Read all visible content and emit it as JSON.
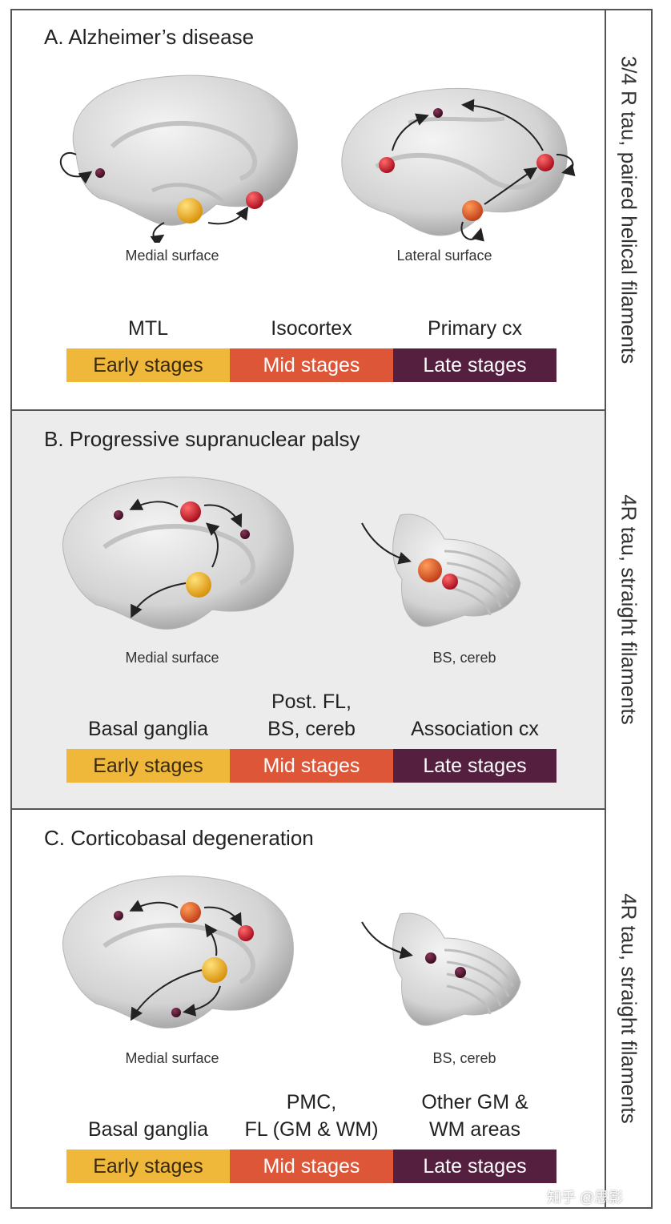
{
  "panels": [
    {
      "title": "A. Alzheimer’s disease",
      "side_label": "3/4 R tau, paired helical filaments",
      "surface_labels": [
        "Medial surface",
        "Lateral surface"
      ],
      "regions": [
        "MTL",
        "Isocortex",
        "Primary cx"
      ],
      "stages": [
        "Early stages",
        "Mid stages",
        "Late stages"
      ]
    },
    {
      "title": "B. Progressive supranuclear palsy",
      "side_label": "4R tau, straight filaments",
      "surface_labels": [
        "Medial surface",
        "BS, cereb"
      ],
      "regions": [
        "Basal ganglia",
        "Post. FL,\nBS, cereb",
        "Association cx"
      ],
      "stages": [
        "Early stages",
        "Mid stages",
        "Late stages"
      ]
    },
    {
      "title": "C. Corticobasal degeneration",
      "side_label": "4R tau, straight filaments",
      "surface_labels": [
        "Medial surface",
        "BS, cereb"
      ],
      "regions": [
        "Basal ganglia",
        "PMC,\nFL (GM & WM)",
        "Other GM &\nWM areas"
      ],
      "stages": [
        "Early stages",
        "Mid stages",
        "Late stages"
      ]
    }
  ],
  "colors": {
    "early": "#efb83a",
    "mid": "#de5638",
    "late": "#551f40",
    "node_yellow": "#f2b62a",
    "node_orange": "#e7652e",
    "node_red": "#cf2334",
    "node_dark": "#5a1a33"
  },
  "watermark": "知乎 @思影"
}
